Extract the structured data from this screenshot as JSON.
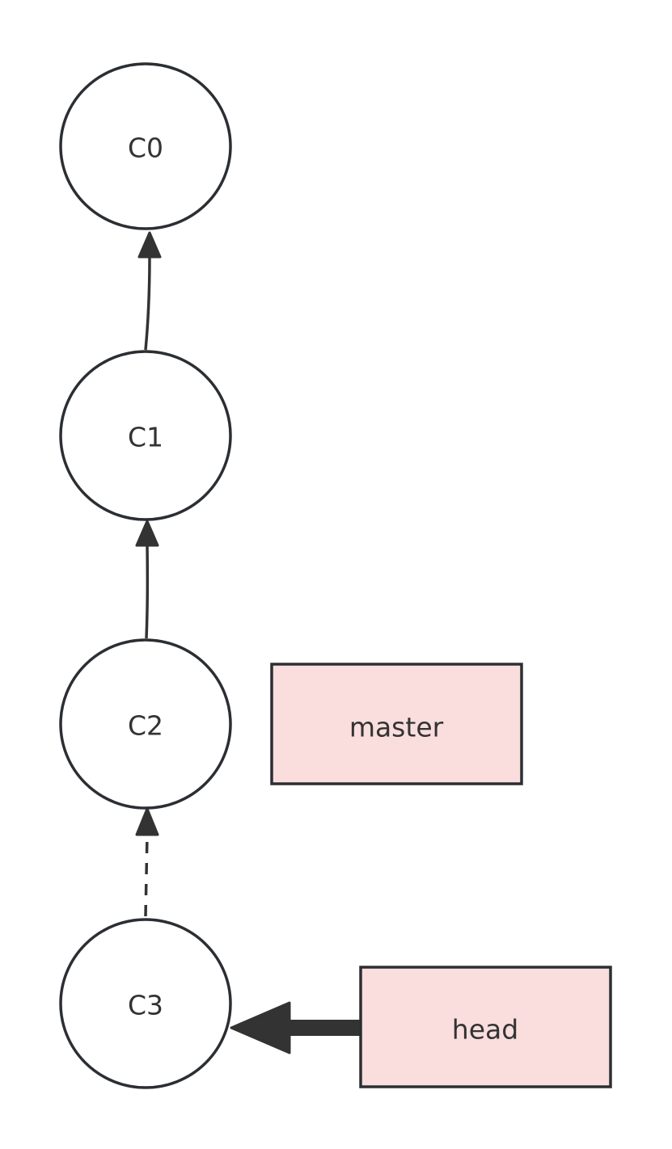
{
  "diagram": {
    "nodes": {
      "c0": {
        "label": "C0",
        "kind": "commit"
      },
      "c1": {
        "label": "C1",
        "kind": "commit"
      },
      "c2": {
        "label": "C2",
        "kind": "commit"
      },
      "c3": {
        "label": "C3",
        "kind": "commit"
      },
      "master": {
        "label": "master",
        "kind": "ref"
      },
      "head": {
        "label": "head",
        "kind": "ref"
      }
    },
    "edges": [
      {
        "from": "C1",
        "to": "C0",
        "style": "solid"
      },
      {
        "from": "C2",
        "to": "C1",
        "style": "solid"
      },
      {
        "from": "C3",
        "to": "C2",
        "style": "dashed"
      },
      {
        "from": "head",
        "to": "C3",
        "style": "thick"
      }
    ],
    "colors": {
      "ref_fill": "#fadddd",
      "stroke": "#2b2f33",
      "arrow": "#333333",
      "background": "#ffffff"
    }
  }
}
